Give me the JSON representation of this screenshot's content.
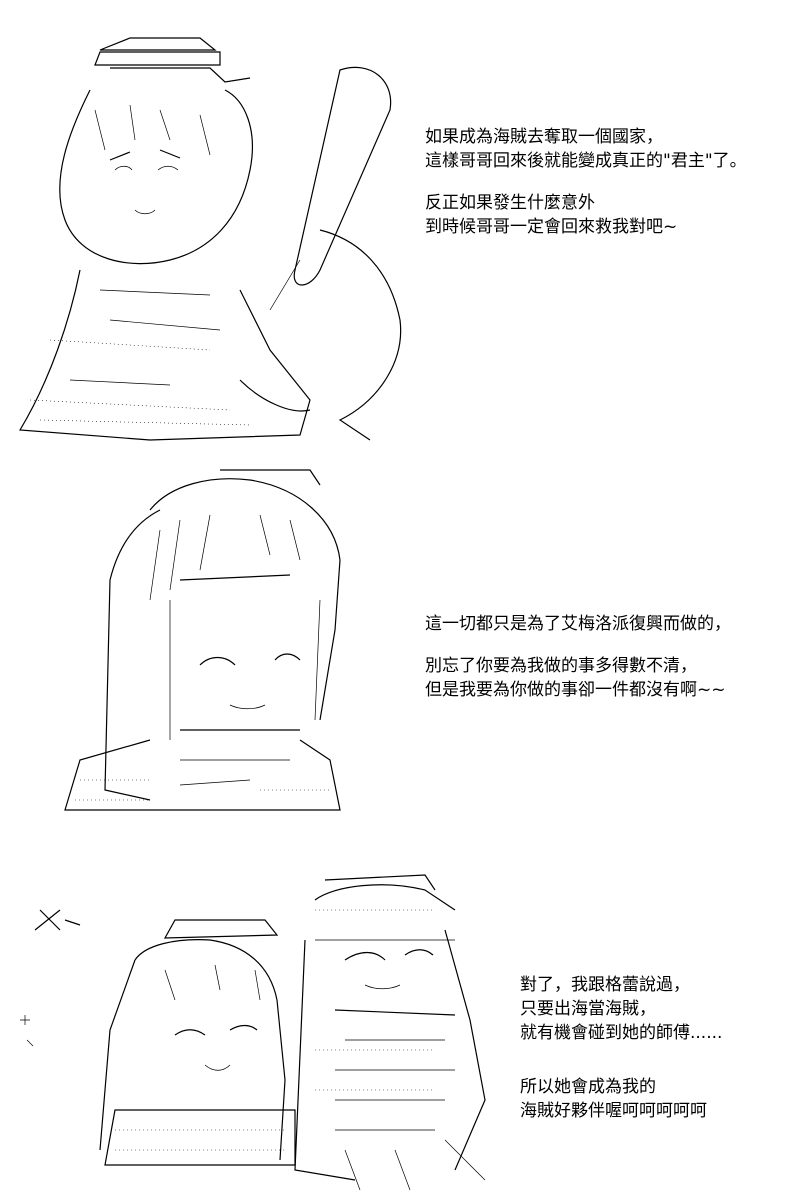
{
  "panels": [
    {
      "lines_a": [
        "如果成為海賊去奪取一個國家，",
        "這樣哥哥回來後就能變成真正的\"君主\"了。"
      ],
      "lines_b": [
        "反正如果發生什麼意外",
        "到時候哥哥一定會回來救我對吧~"
      ]
    },
    {
      "lines_a": [
        "這一切都只是為了艾梅洛派復興而做的，"
      ],
      "lines_b": [
        "別忘了你要為我做的事多得數不清，",
        "但是我要為你做的事卻一件都沒有啊~~"
      ]
    },
    {
      "lines_a": [
        "對了，我跟格蕾說過，",
        "只要出海當海賊，",
        "就有機會碰到她的師傅......"
      ],
      "lines_b": [
        "所以她會成為我的",
        "海賊好夥伴喔呵呵呵呵呵"
      ]
    }
  ]
}
